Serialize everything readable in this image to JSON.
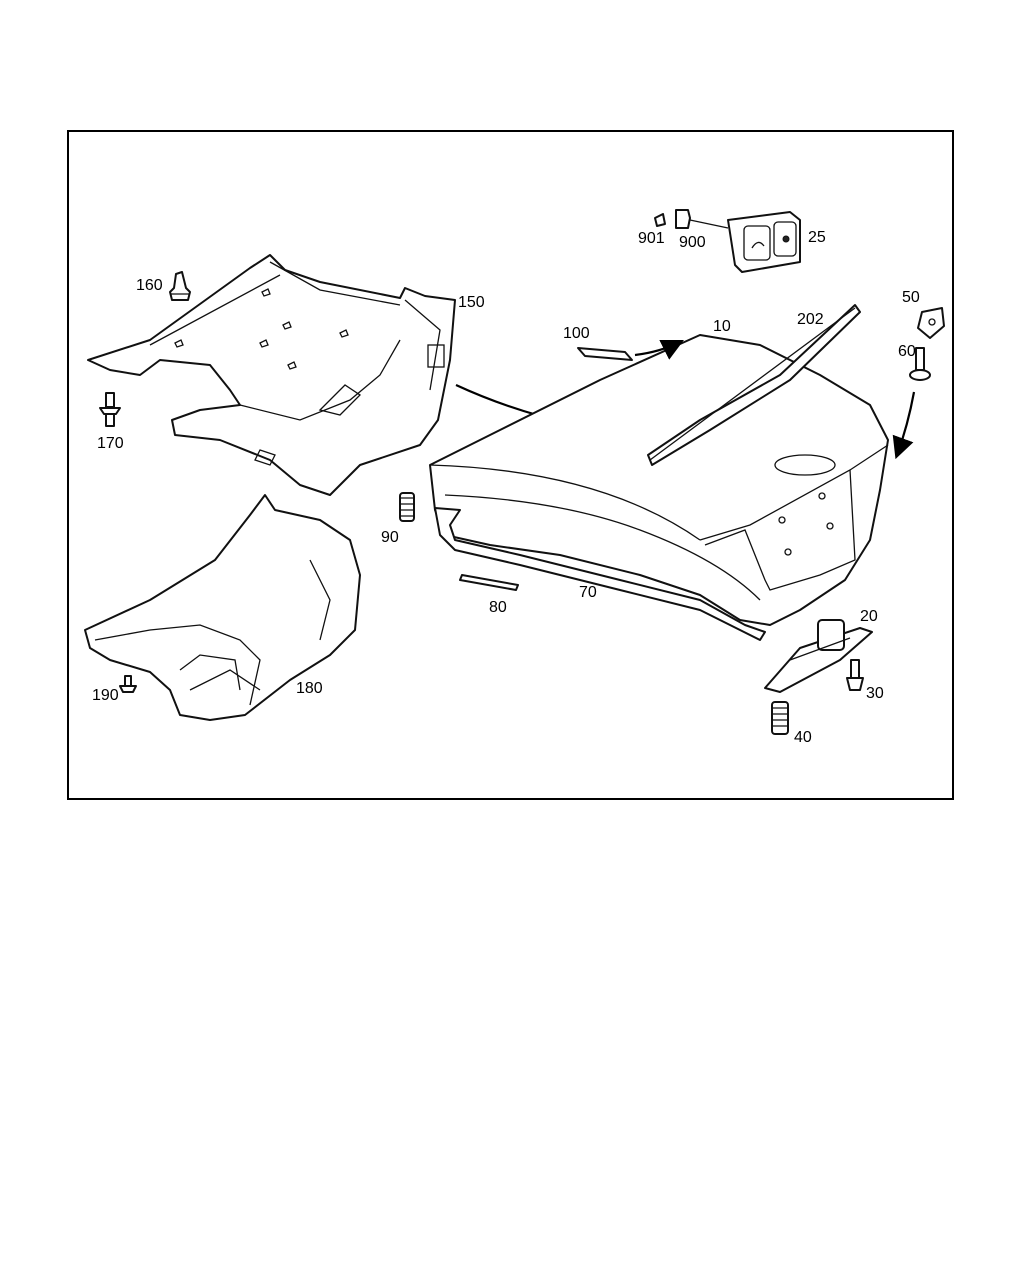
{
  "labels": {
    "p10": "10",
    "p20": "20",
    "p25": "25",
    "p30": "30",
    "p40": "40",
    "p50": "50",
    "p60": "60",
    "p70": "70",
    "p80": "80",
    "p90": "90",
    "p100": "100",
    "p150": "150",
    "p160": "160",
    "p170": "170",
    "p180": "180",
    "p190": "190",
    "p202": "202",
    "p900": "900",
    "p901": "901"
  }
}
